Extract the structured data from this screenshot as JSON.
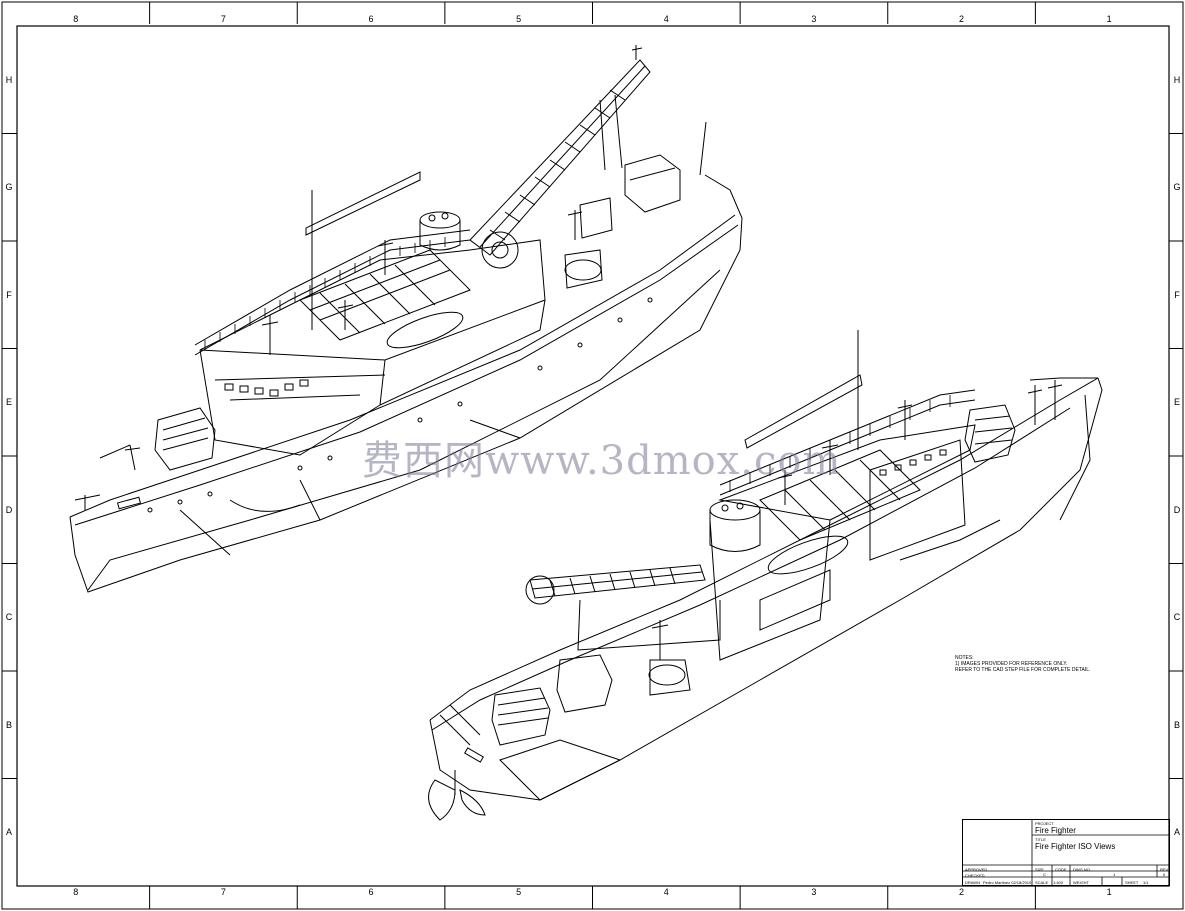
{
  "zones": {
    "columns": [
      "8",
      "7",
      "6",
      "5",
      "4",
      "3",
      "2",
      "1"
    ],
    "rows": [
      "H",
      "G",
      "F",
      "E",
      "D",
      "C",
      "B",
      "A"
    ]
  },
  "watermark": "费西网www.3dmox.com",
  "notes": {
    "heading": "NOTES:",
    "line1": "1) IMAGES PROVIDED FOR REFERENCE ONLY.",
    "line2": "REFER TO THE CAD STEP FILE FOR COMPLETE DETAIL."
  },
  "title_block": {
    "project_label": "PROJECT",
    "project": "Fire Fighter",
    "title_label": "TITLE",
    "title": "Fire Fighter ISO Views",
    "approved_label": "APPROVED",
    "checked_label": "CHECKED",
    "drawn_label": "DRAWN",
    "drawn_value": "Pedro Martinez 02/18/2010",
    "size_label": "SIZE",
    "size": "C",
    "code_label": "CODE",
    "dwg_label": "DWG NO",
    "dwg": "1",
    "rev_label": "REV",
    "rev": "0",
    "scale_label": "SCALE",
    "scale": "1:400",
    "weight_label": "WEIGHT",
    "sheet_label": "SHEET",
    "sheet": "1/1"
  }
}
